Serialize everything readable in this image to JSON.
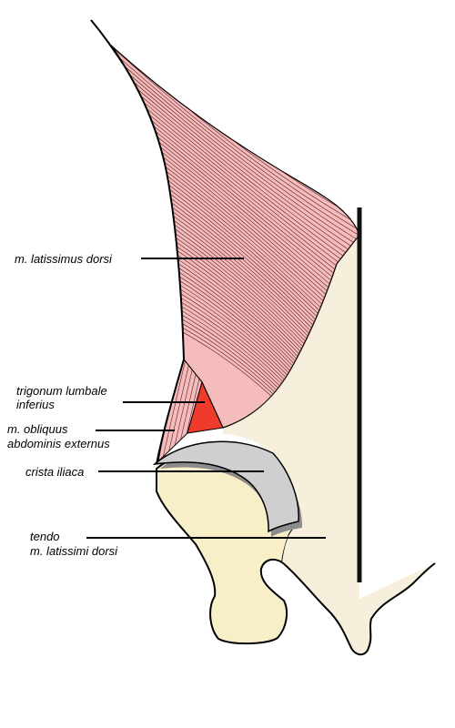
{
  "labels": {
    "latissimus": "m. latissimus dorsi",
    "trigonum_line1": "trigonum lumbale",
    "trigonum_line2": "inferius",
    "obliquus_line1": "m. obliquus",
    "obliquus_line2": "abdominis externus",
    "crista": "crista iliaca",
    "tendo_line1": "tendo",
    "tendo_line2": "m. latissimi dorsi"
  },
  "colors": {
    "muscle_fill": "#f4bcbc",
    "muscle_fibers": "#5a2020",
    "triangle": "#ee3b2c",
    "tendon": "#f6efdc",
    "bone": "#f8efc8",
    "crest_light": "#cfcfcf",
    "crest_shadow": "#8c8c8c",
    "outline": "#000000"
  }
}
